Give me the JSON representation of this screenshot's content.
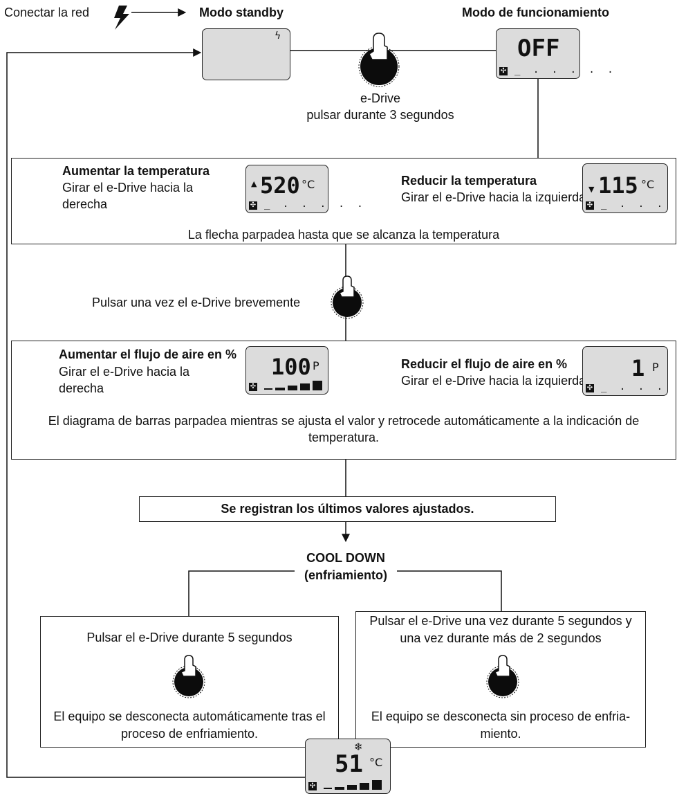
{
  "top": {
    "connect_label": "Conectar la red",
    "standby_label": "Modo standby",
    "operating_label": "Modo de funcionamiento",
    "edrive_label": "e-Drive",
    "press3_label": "pulsar durante 3 segundos"
  },
  "temperature": {
    "increase_title": "Aumentar la temperatura",
    "increase_desc_line1": "Girar el e-Drive hacia la",
    "increase_desc_line2": "derecha",
    "decrease_title": "Reducir la temperatura",
    "decrease_desc": "Girar el e-Drive hacia la izquierda",
    "note": "La flecha parpadea hasta que se alcanza la temperatura"
  },
  "press_once_label": "Pulsar una vez el e-Drive brevemente",
  "airflow": {
    "increase_title": "Aumentar el flujo de aire en %",
    "increase_desc_line1": "Girar el e-Drive hacia la",
    "increase_desc_line2": "derecha",
    "decrease_title": "Reducir el flujo de aire en %",
    "decrease_desc": "Girar el e-Drive hacia la izquierda",
    "note_line1": "El diagrama de barras parpadea mientras se ajusta el valor y retrocede automáticamente a la indicación de",
    "note_line2": "temperatura."
  },
  "saved_label": "Se registran los últimos valores ajustados.",
  "cooldown": {
    "title_line1": "COOL DOWN",
    "title_line2": "(enfriamiento)",
    "left_top": "Pulsar el e-Drive durante 5 segundos",
    "left_bottom_line1": "El equipo se desconecta automáticamente tras el",
    "left_bottom_line2": "proceso de enfriamiento.",
    "right_top_line1": "Pulsar el e-Drive una vez durante 5 segundos y",
    "right_top_line2": "una vez durante más de 2 segundos",
    "right_bottom_line1": "El equipo se desconecta sin proceso de enfria-",
    "right_bottom_line2": "miento."
  },
  "displays": {
    "standby_symbol": "ϟ",
    "off_value": "OFF",
    "temp_high_arrow": "▲",
    "temp_high_value": "520",
    "temp_low_arrow": "▼",
    "temp_low_value": "115",
    "temp_unit": "°C",
    "airflow_high_value": "100",
    "airflow_low_value": "1",
    "airflow_unit": "P",
    "cool_value": "51",
    "cool_symbol": "❄",
    "dots": "_ . . . . .",
    "fan_symbol": "✣"
  },
  "icons": {
    "lightning": "lightning-icon",
    "hand": "hand-press-icon",
    "rotate_right": "rotate-clockwise-icon",
    "rotate_left": "rotate-counterclockwise-icon"
  }
}
